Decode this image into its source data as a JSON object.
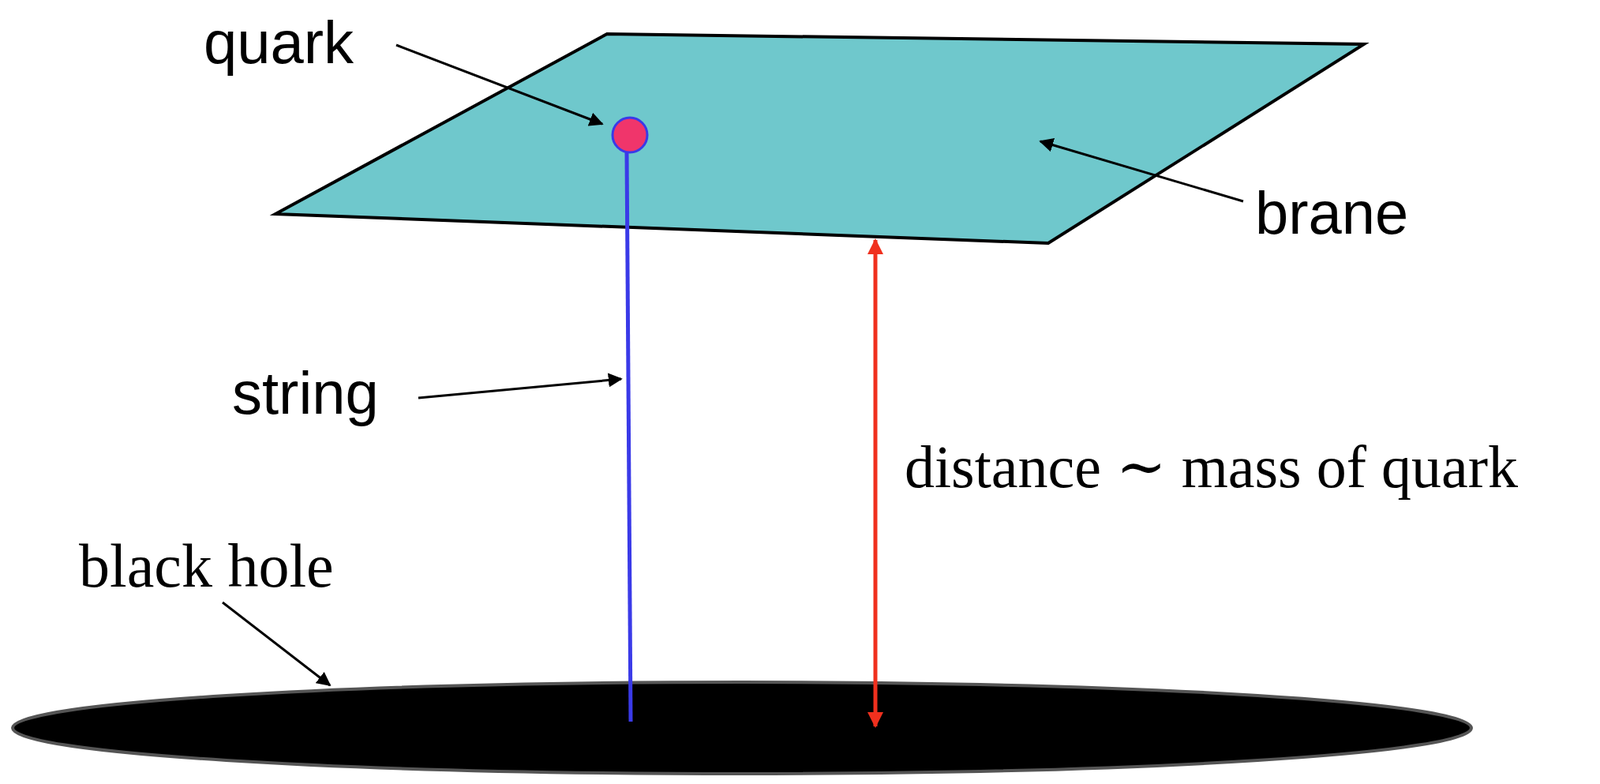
{
  "diagram": {
    "labels": [
      "quark",
      "brane",
      "string",
      "black hole",
      "distance ∼ mass of quark"
    ]
  }
}
